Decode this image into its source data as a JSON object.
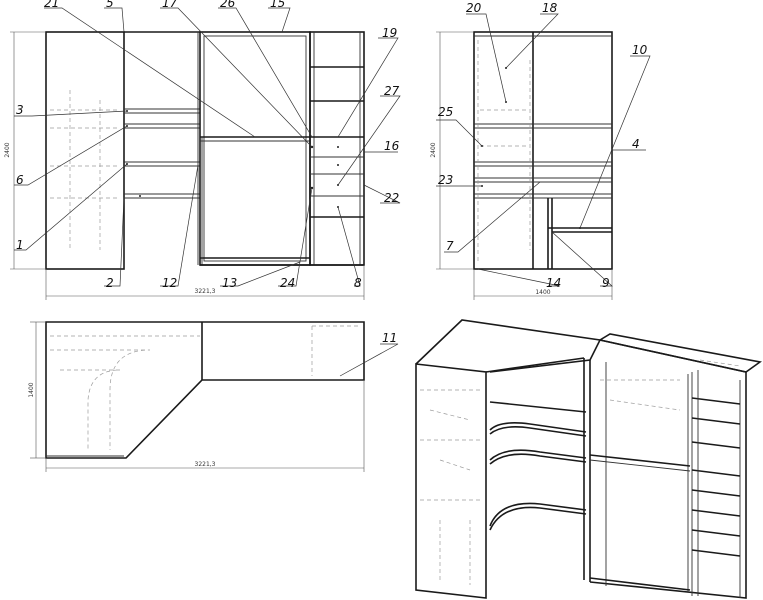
{
  "callouts": {
    "c1": "1",
    "c2": "2",
    "c3": "3",
    "c4": "4",
    "c5": "5",
    "c6": "6",
    "c7": "7",
    "c8": "8",
    "c9": "9",
    "c10": "10",
    "c11": "11",
    "c12": "12",
    "c13": "13",
    "c14": "14",
    "c15": "15",
    "c16": "16",
    "c17": "17",
    "c18": "18",
    "c19": "19",
    "c20": "20",
    "c21": "21",
    "c22": "22",
    "c23": "23",
    "c24": "24",
    "c25": "25",
    "c26": "26",
    "c27": "27"
  },
  "dimensions": {
    "front_width": "3221,3",
    "front_height": "2400",
    "side_width": "1400",
    "side_height": "2400",
    "plan_width": "3221,3",
    "plan_depth": "1400"
  }
}
